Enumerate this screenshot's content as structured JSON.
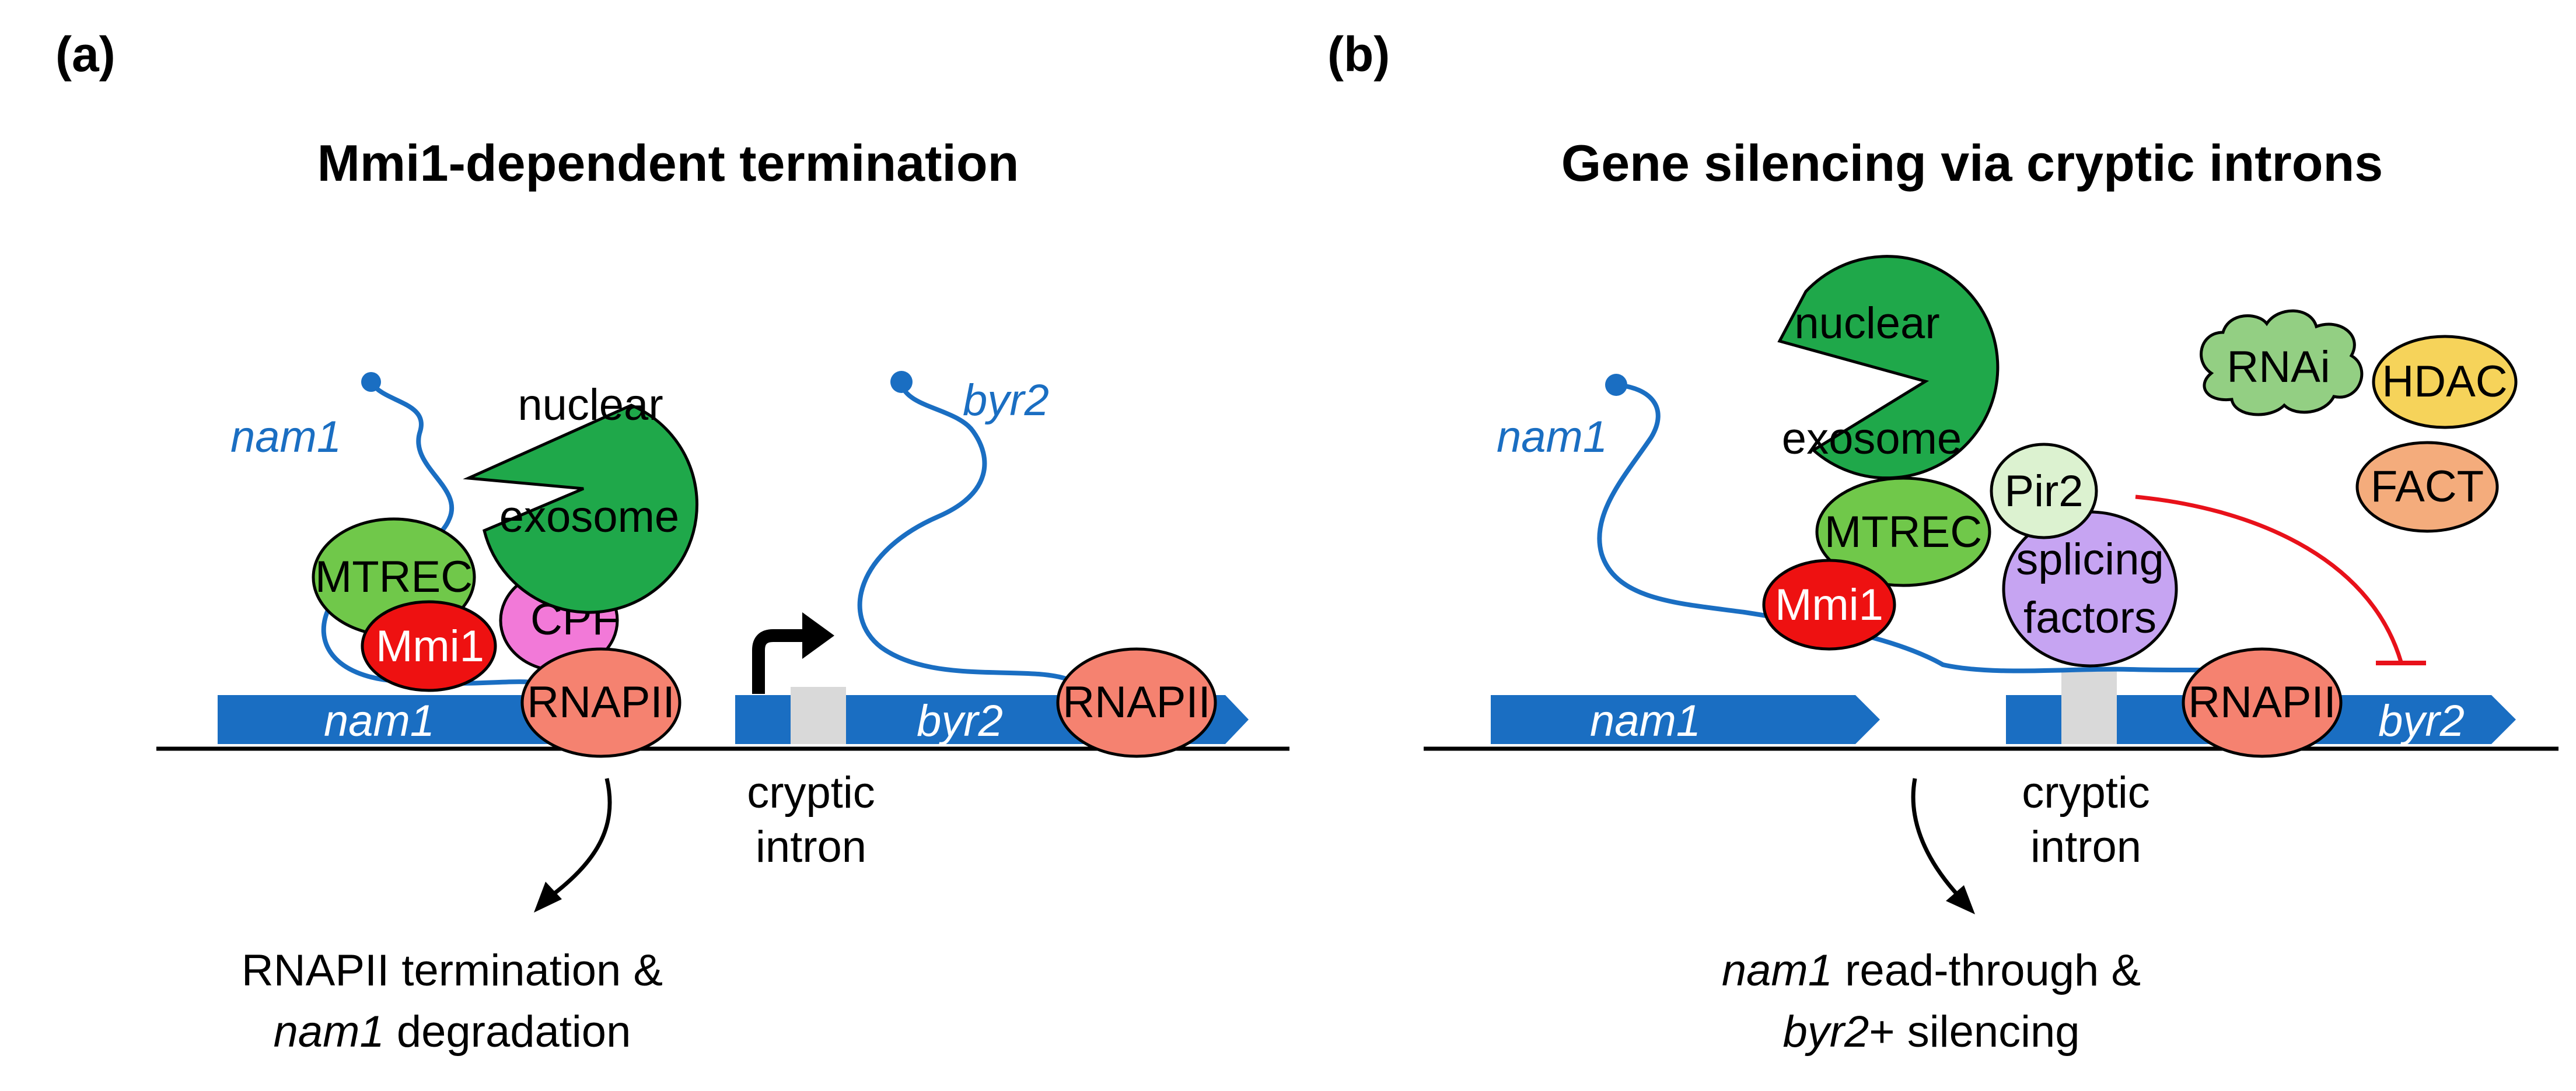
{
  "panel_a": {
    "panel_label": "(a)",
    "title": "Mmi1-dependent termination",
    "rna_nam1_label": "nam1",
    "rna_byr2_label": "byr2",
    "exosome_line1": "nuclear",
    "exosome_line2": "exosome",
    "mtrec": "MTREC",
    "cpf": "CPF",
    "mmi1": "Mmi1",
    "rnapii_1": "RNAPII",
    "rnapii_2": "RNAPII",
    "gene_nam1": "nam1",
    "gene_byr2": "byr2",
    "intron_line1": "cryptic",
    "intron_line2": "intron",
    "outcome_line1": "RNAPII termination &",
    "outcome_line2_italic": "nam1",
    "outcome_line2_rest": " degradation"
  },
  "panel_b": {
    "panel_label": "(b)",
    "title": "Gene silencing via cryptic introns",
    "rna_nam1_label": "nam1",
    "exosome_line1": "nuclear",
    "exosome_line2": "exosome",
    "mtrec": "MTREC",
    "mmi1": "Mmi1",
    "pir2": "Pir2",
    "splicing_line1": "splicing",
    "splicing_line2": "factors",
    "rnapii": "RNAPII",
    "rnai": "RNAi",
    "hdac": "HDAC",
    "fact": "FACT",
    "gene_nam1": "nam1",
    "gene_byr2": "byr2",
    "intron_line1": "cryptic",
    "intron_line2": "intron",
    "outcome_line1_italic": "nam1",
    "outcome_line1_rest": " read-through &",
    "outcome_line2_italic": "byr2",
    "outcome_line2_rest": "+ silencing"
  },
  "colors": {
    "gene_blue": "#1a6ec2",
    "exosome_green": "#1fa84a",
    "mtrec_green": "#70c84a",
    "cpf_pink": "#f279d8",
    "mmi1_red": "#ee1111",
    "rnapii_salmon": "#f58270",
    "pir2_pale": "#dcf2d0",
    "splicing_purple": "#c6a4f2",
    "rnai_green": "#93cf83",
    "hdac_yellow": "#f6d35a",
    "fact_orange": "#f4ac7c",
    "intron_grey": "#d9d9d9",
    "inhibition_red": "#e8111a"
  }
}
